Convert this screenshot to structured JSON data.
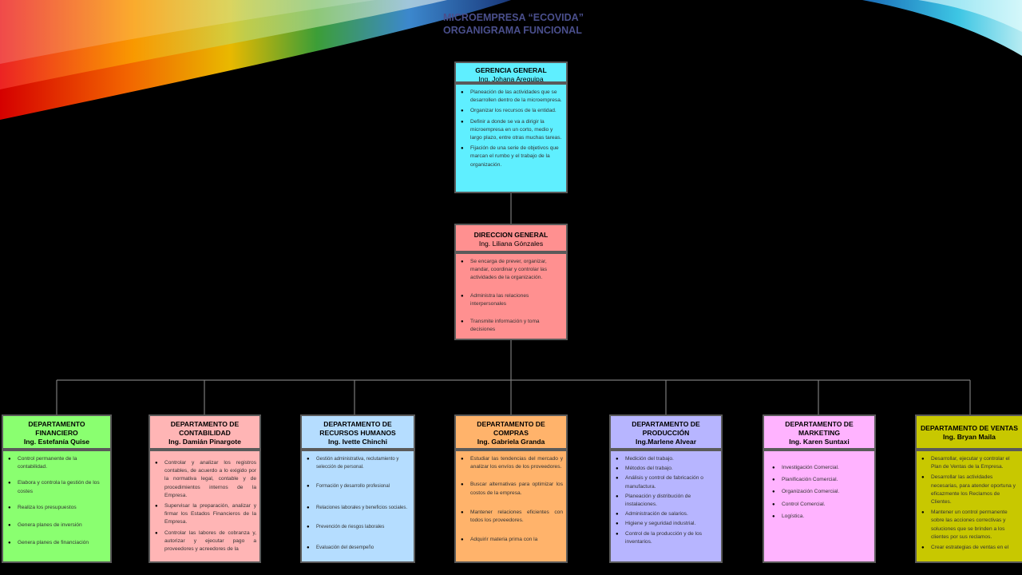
{
  "title": {
    "line1": "MICROEMPRESA “ECOVIDA”",
    "line2": "ORGANIGRAMA FUNCIONAL"
  },
  "colors": {
    "background": "#000000",
    "gerencia": "#5fefff",
    "direccion": "#ff9090",
    "financiero": "#8aff70",
    "contabilidad": "#ffb5b5",
    "rrhh": "#b5ddff",
    "compras": "#ffb36b",
    "produccion": "#b7b5ff",
    "marketing": "#ffb3ff",
    "ventas": "#c8c800",
    "connector": "#7a7a7a"
  },
  "gerencia": {
    "title": "GERENCIA GENERAL",
    "person": "Ing. Johana Arequipa",
    "functions": [
      "Planeación de las actividades que se desarrollen dentro de la microempresa.",
      "Organizar los recursos de la entidad.",
      "Definir a donde se va a dirigir la microempresa en un corto, medio y largo plazo, entre otras muchas tareas.",
      "Fijación de una serie de objetivos que marcan el rumbo y el trabajo de la organización."
    ]
  },
  "direccion": {
    "title": "DIRECCION GENERAL",
    "person": "Ing. Liliana Gónzales",
    "functions": [
      "Se encarga de prever, organizar, mandar, coordinar y controlar las actividades de la organización.",
      "Administra las relaciones interpersonales",
      "Transmite información y toma decisiones"
    ]
  },
  "departments": [
    {
      "title": "DEPARTAMENTO FINANCIERO",
      "person": "Ing. Estefanía Quise",
      "functions": [
        "Control permanente de la contabilidad.",
        "Elabora y controla la gestión de los costes",
        "Realiza los presupuestos",
        "Genera planes de inversión",
        "Genera planes de financiación"
      ]
    },
    {
      "title": "DEPARTAMENTO DE CONTABILIDAD",
      "person": "Ing. Damián Pinargote",
      "functions": [
        "Controlar y analizar los registros contables, de acuerdo a lo exigido por la normativa legal, contable y de procedimientos internos de la Empresa.",
        "Supervisar la preparación, analizar y firmar los Estados Financieros de la Empresa.",
        "Controlar las labores de cobranza y, autorizar y ejecutar pago a proveedores y acreedores de la"
      ]
    },
    {
      "title": "DEPARTAMENTO DE RECURSOS HUMANOS",
      "person": "Ing. Ivette Chinchi",
      "functions": [
        "Gestión administrativa, reclutamiento y selección de personal.",
        "Formación y desarrollo profesional",
        "Relaciones laborales y beneficios sociales.",
        "Prevención de riesgos laborales",
        "Evaluación del desempeño"
      ]
    },
    {
      "title": "DEPARTAMENTO DE COMPRAS",
      "person": "Ing. Gabriela Granda",
      "functions": [
        "Estudiar las tendencias del mercado y analizar los envíos de los proveedores.",
        "Buscar alternativas para optimizar los costos de la empresa.",
        "Mantener relaciones eficientes con todos los proveedores.",
        "Adquirir materia prima con la"
      ]
    },
    {
      "title": "DEPARTAMENTO DE PRODUCCIÓN",
      "person": "Ing.Marlene Alvear",
      "functions": [
        "Medición del trabajo.",
        "Métodos del trabajo.",
        "Análisis y control de fabricación o manufactura.",
        "Planeación y distribución de instalaciones.",
        "Administración de salarios.",
        "Higiene y seguridad industrial.",
        "Control de la producción y de los inventarios."
      ]
    },
    {
      "title": "DEPARTAMENTO DE MARKETING",
      "person": "Ing. Karen Suntaxi",
      "functions": [
        "Investigación Comercial.",
        "Planificación Comercial.",
        "Organización Comercial.",
        "Control Comercial.",
        "Logística."
      ]
    },
    {
      "title": "DEPARTAMENTO DE VENTAS",
      "person": "Ing. Bryan Maila",
      "functions": [
        "Desarrollar, ejecutar y controlar el Plan de Ventas de la Empresa.",
        "Desarrollar las actividades necesarias, para atender oportuna y eficazmente los Reclamos de Clientes.",
        "Mantener un control permanente sobre las acciones correctivas y soluciones que se brinden a los clientes por sus reclamos.",
        "Crear estrategias de ventas en el"
      ]
    }
  ]
}
